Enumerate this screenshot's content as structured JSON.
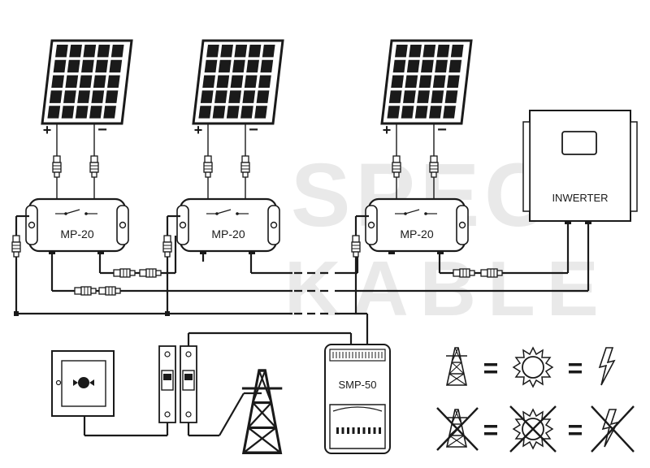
{
  "watermark": {
    "line1": "SPEC",
    "line2": "KABLE"
  },
  "optimizers": [
    {
      "label": "MP-20"
    },
    {
      "label": "MP-20"
    },
    {
      "label": "MP-20"
    }
  ],
  "panels": [
    {
      "plus": "+",
      "minus": "−"
    },
    {
      "plus": "+",
      "minus": "−"
    },
    {
      "plus": "+",
      "minus": "−"
    }
  ],
  "inverter": {
    "label": "INWERTER"
  },
  "smp": {
    "label": "SMP-50"
  },
  "legend": {
    "equals": "=",
    "row1": [
      "pylon-icon",
      "sun-icon",
      "lightning-icon"
    ],
    "row2": [
      "pylon-crossed-icon",
      "sun-crossed-icon",
      "lightning-crossed-icon"
    ]
  },
  "colors": {
    "ink": "#1a1a1a",
    "watermark": "#e9e9e9",
    "background": "#ffffff"
  }
}
